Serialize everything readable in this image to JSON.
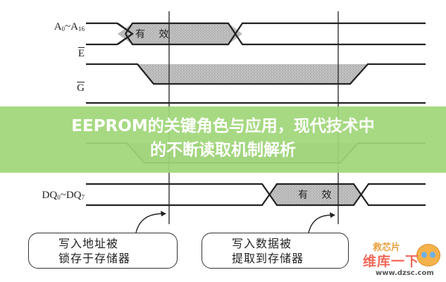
{
  "diagram": {
    "type": "timing-diagram",
    "signals": [
      {
        "id": "address",
        "label_main": "A",
        "label_sub1": "0",
        "label_sep": "~A",
        "label_sub2": "16",
        "valid_text": "有 效"
      },
      {
        "id": "enable",
        "label": "E",
        "overline": true
      },
      {
        "id": "output-enable",
        "label": "G",
        "overline": true
      },
      {
        "id": "data",
        "label_main": "DQ",
        "label_sub1": "0",
        "label_sep": "~DQ",
        "label_sub2": "7",
        "valid_text": "有 效"
      }
    ],
    "notes": [
      {
        "line1": "写入地址被",
        "line2": "锁存于存储器"
      },
      {
        "line1": "写入数据被",
        "line2": "提取到存储器"
      }
    ],
    "colors": {
      "line": "#222222",
      "fill": "#b5b5b5",
      "background": "#ffffff"
    }
  },
  "banner": {
    "title": "EEPROM的关键角色与应用，现代技术中的不断读取机制解析",
    "title_line1": "EEPROM的关键角色与应用，现代技术中",
    "title_line2": "的不断读取机制解析",
    "color": "#a6d882",
    "text_color": "#ffffff"
  },
  "watermark": {
    "top_text": "救芯片",
    "mid_text": "维库一下",
    "url": "www.dzsc.com"
  }
}
